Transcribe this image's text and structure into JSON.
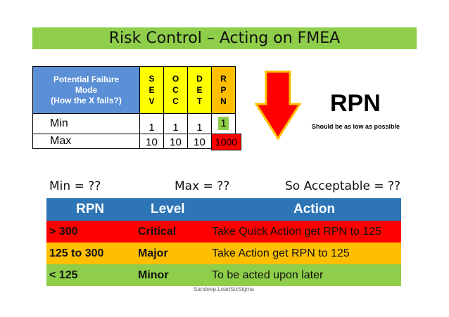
{
  "title": "Risk Control – Acting on FMEA",
  "fmea_table": {
    "mode_header": [
      "Potential Failure",
      "Mode",
      "(How the X fails?)"
    ],
    "sev_header": "S\nE\nV",
    "occ_header": "O\nC\nC",
    "det_header": "D\nE\nT",
    "rpn_header": "R\nP\nN",
    "rows": [
      {
        "label": "Min",
        "sev": "1",
        "occ": "1",
        "det": "1",
        "rpn": "1"
      },
      {
        "label": "Max",
        "sev": "10",
        "occ": "10",
        "det": "10",
        "rpn": "1000"
      }
    ]
  },
  "rpn_label": "RPN",
  "rpn_note": "Should be as low as possible",
  "questions": {
    "min": "Min = ??",
    "max": "Max = ??",
    "acceptable": "So Acceptable = ??"
  },
  "action_table": {
    "headers": [
      "RPN",
      "Level",
      "Action"
    ],
    "rows": [
      {
        "rpn": "> 300",
        "level": "Critical",
        "action": "Take Quick Action get RPN to 125"
      },
      {
        "rpn": "125 to 300",
        "level": "Major",
        "action": "Take Action get RPN to 125"
      },
      {
        "rpn": "< 125",
        "level": "Minor",
        "action": "To be acted upon later"
      }
    ]
  },
  "footer": "Sandeep.LeanSixSigma",
  "colors": {
    "title_bg": "#8fce4a",
    "header_blue": "#5b8fd6",
    "letter_yellow": "#ffff00",
    "rpn_orange": "#ffbf00",
    "critical_red": "#ff0000",
    "major_orange": "#ffbf00",
    "minor_green": "#8fce4a",
    "action_header_blue": "#2e75b6"
  }
}
